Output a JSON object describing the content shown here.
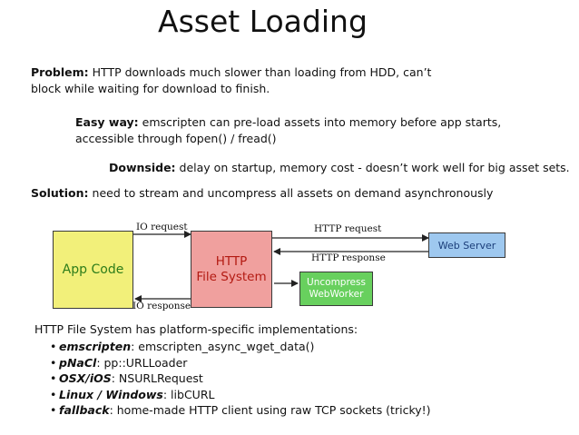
{
  "title": "Asset Loading",
  "problem": {
    "label": "Problem:",
    "line1": "HTTP downloads much slower than loading from HDD, can’t",
    "line2": "block while waiting for download to finish."
  },
  "easy_way": {
    "label": "Easy way:",
    "line1": "emscripten can pre-load assets into memory before app starts,",
    "line2": "accessible through fopen() / fread()"
  },
  "downside": {
    "label": "Downside:",
    "text": "delay on startup, memory cost - doesn’t work well for big asset sets."
  },
  "solution": {
    "label": "Solution:",
    "text": "need to stream and uncompress all assets on demand asynchronously"
  },
  "diagram": {
    "app_code": "App Code",
    "http_fs_line1": "HTTP",
    "http_fs_line2": "File System",
    "web_server": "Web Server",
    "uncompress_line1": "Uncompress",
    "uncompress_line2": "WebWorker",
    "io_request": "IO request",
    "io_response": "IO response",
    "http_request": "HTTP request",
    "http_response": "HTTP response",
    "colors": {
      "app_code_fill": "#f2f07a",
      "app_code_text": "#2e7d1a",
      "http_fs_fill": "#f0a09e",
      "http_fs_text": "#b31a12",
      "web_server_fill": "#9ec8ef",
      "web_server_text": "#1b3e7a",
      "uncompress_fill": "#68d05e",
      "uncompress_text": "#ffffff"
    }
  },
  "implementations": {
    "heading": "HTTP File System has platform-specific implementations:",
    "items": [
      {
        "name": "emscripten",
        "detail": ": emscripten_async_wget_data()"
      },
      {
        "name": "pNaCl",
        "detail": ": pp::URLLoader"
      },
      {
        "name": "OSX/iOS",
        "detail": ": NSURLRequest"
      },
      {
        "name": "Linux / Windows",
        "detail": ": libCURL"
      },
      {
        "name": "fallback",
        "detail": ": home-made HTTP client using raw TCP sockets (tricky!)"
      }
    ]
  }
}
